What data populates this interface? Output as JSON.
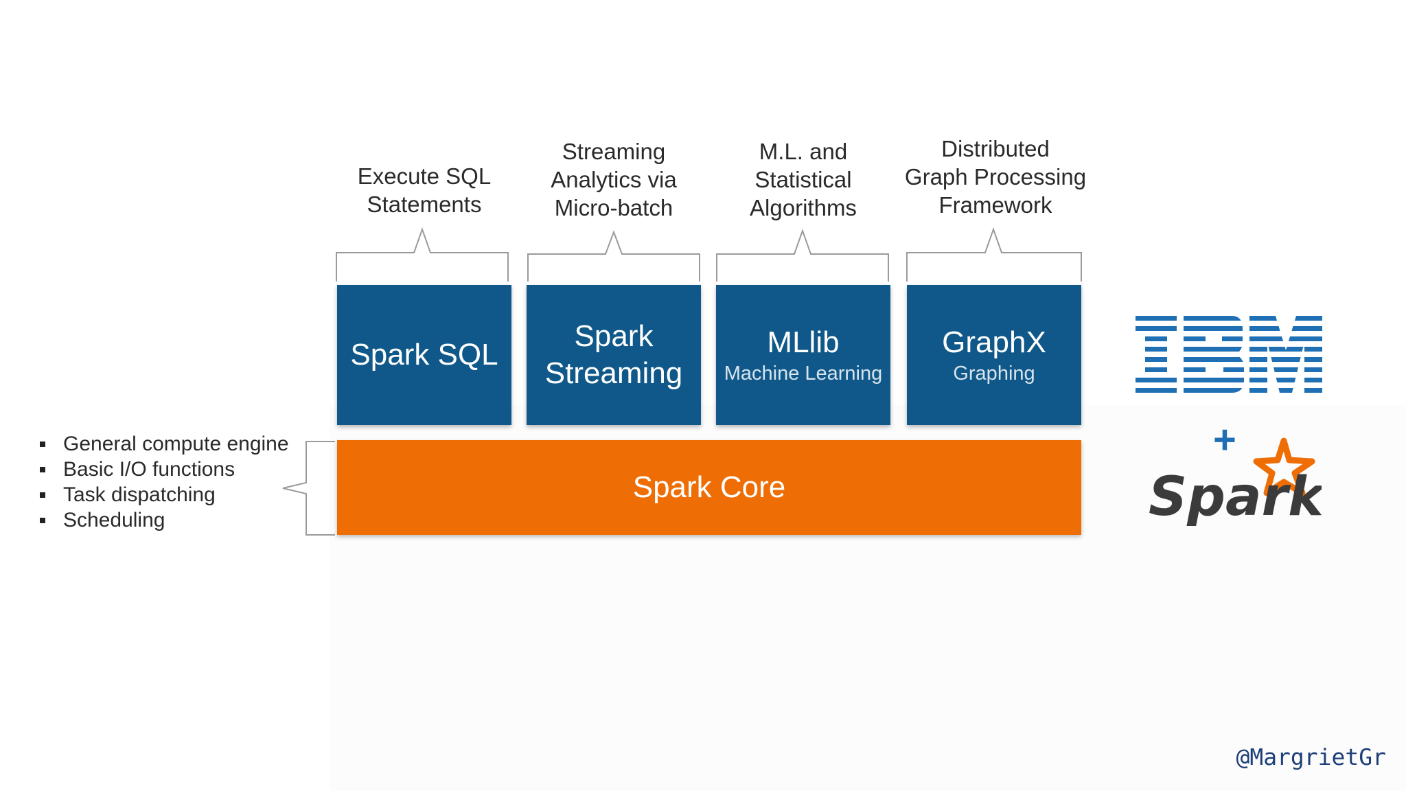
{
  "captions": [
    "Execute SQL\nStatements",
    "Streaming\nAnalytics via\nMicro-batch",
    "M.L. and\nStatistical\nAlgorithms",
    "Distributed\nGraph Processing\nFramework"
  ],
  "modules": [
    {
      "name": "Spark SQL",
      "sub": ""
    },
    {
      "name": "Spark\nStreaming",
      "sub": ""
    },
    {
      "name": "MLlib",
      "sub": "Machine Learning"
    },
    {
      "name": "GraphX",
      "sub": "Graphing"
    }
  ],
  "core": {
    "label": "Spark Core"
  },
  "core_features": [
    "General compute engine",
    "Basic I/O functions",
    "Task dispatching",
    "Scheduling"
  ],
  "logos": {
    "ibm": "IBM",
    "plus": "+",
    "spark": "Spark"
  },
  "colors": {
    "module": "#0f5889",
    "core": "#ee6e05",
    "ibm": "#1f6fb5",
    "spark_star": "#ee6e05"
  },
  "handle": "@MargrietGr"
}
